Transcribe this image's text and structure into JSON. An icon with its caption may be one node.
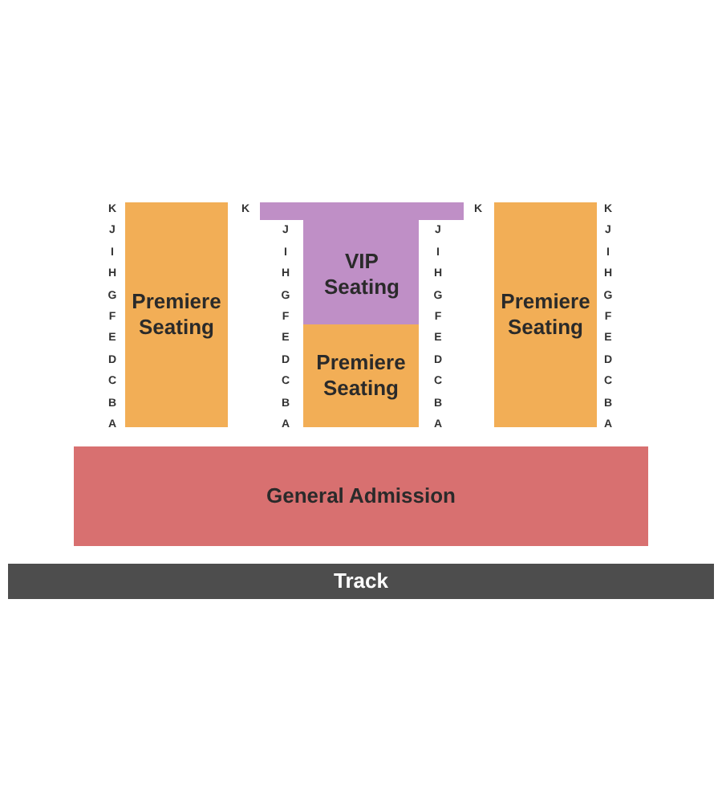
{
  "diagram": {
    "nodes": [
      {
        "text": [
          "Premiere Seating"
        ]
      },
      {
        "text": [
          "VIP Seating"
        ]
      },
      {
        "text": [
          "Premiere Seating"
        ]
      },
      {
        "text": [
          "Premiere Seating"
        ]
      },
      {
        "text": [
          "General Admission"
        ]
      },
      {
        "text": [
          "Track"
        ]
      }
    ],
    "labels": [
      "K",
      "K",
      "K",
      "K",
      "J",
      "J",
      "J",
      "J",
      "I",
      "I",
      "I",
      "I",
      "H",
      "H",
      "H",
      "H",
      "G",
      "G",
      "G",
      "G",
      "F",
      "F",
      "F",
      "F",
      "E",
      "E",
      "E",
      "E",
      "D",
      "D",
      "D",
      "D",
      "C",
      "C",
      "C",
      "C",
      "B",
      "B",
      "B",
      "B",
      "A",
      "A",
      "A",
      "A"
    ]
  }
}
